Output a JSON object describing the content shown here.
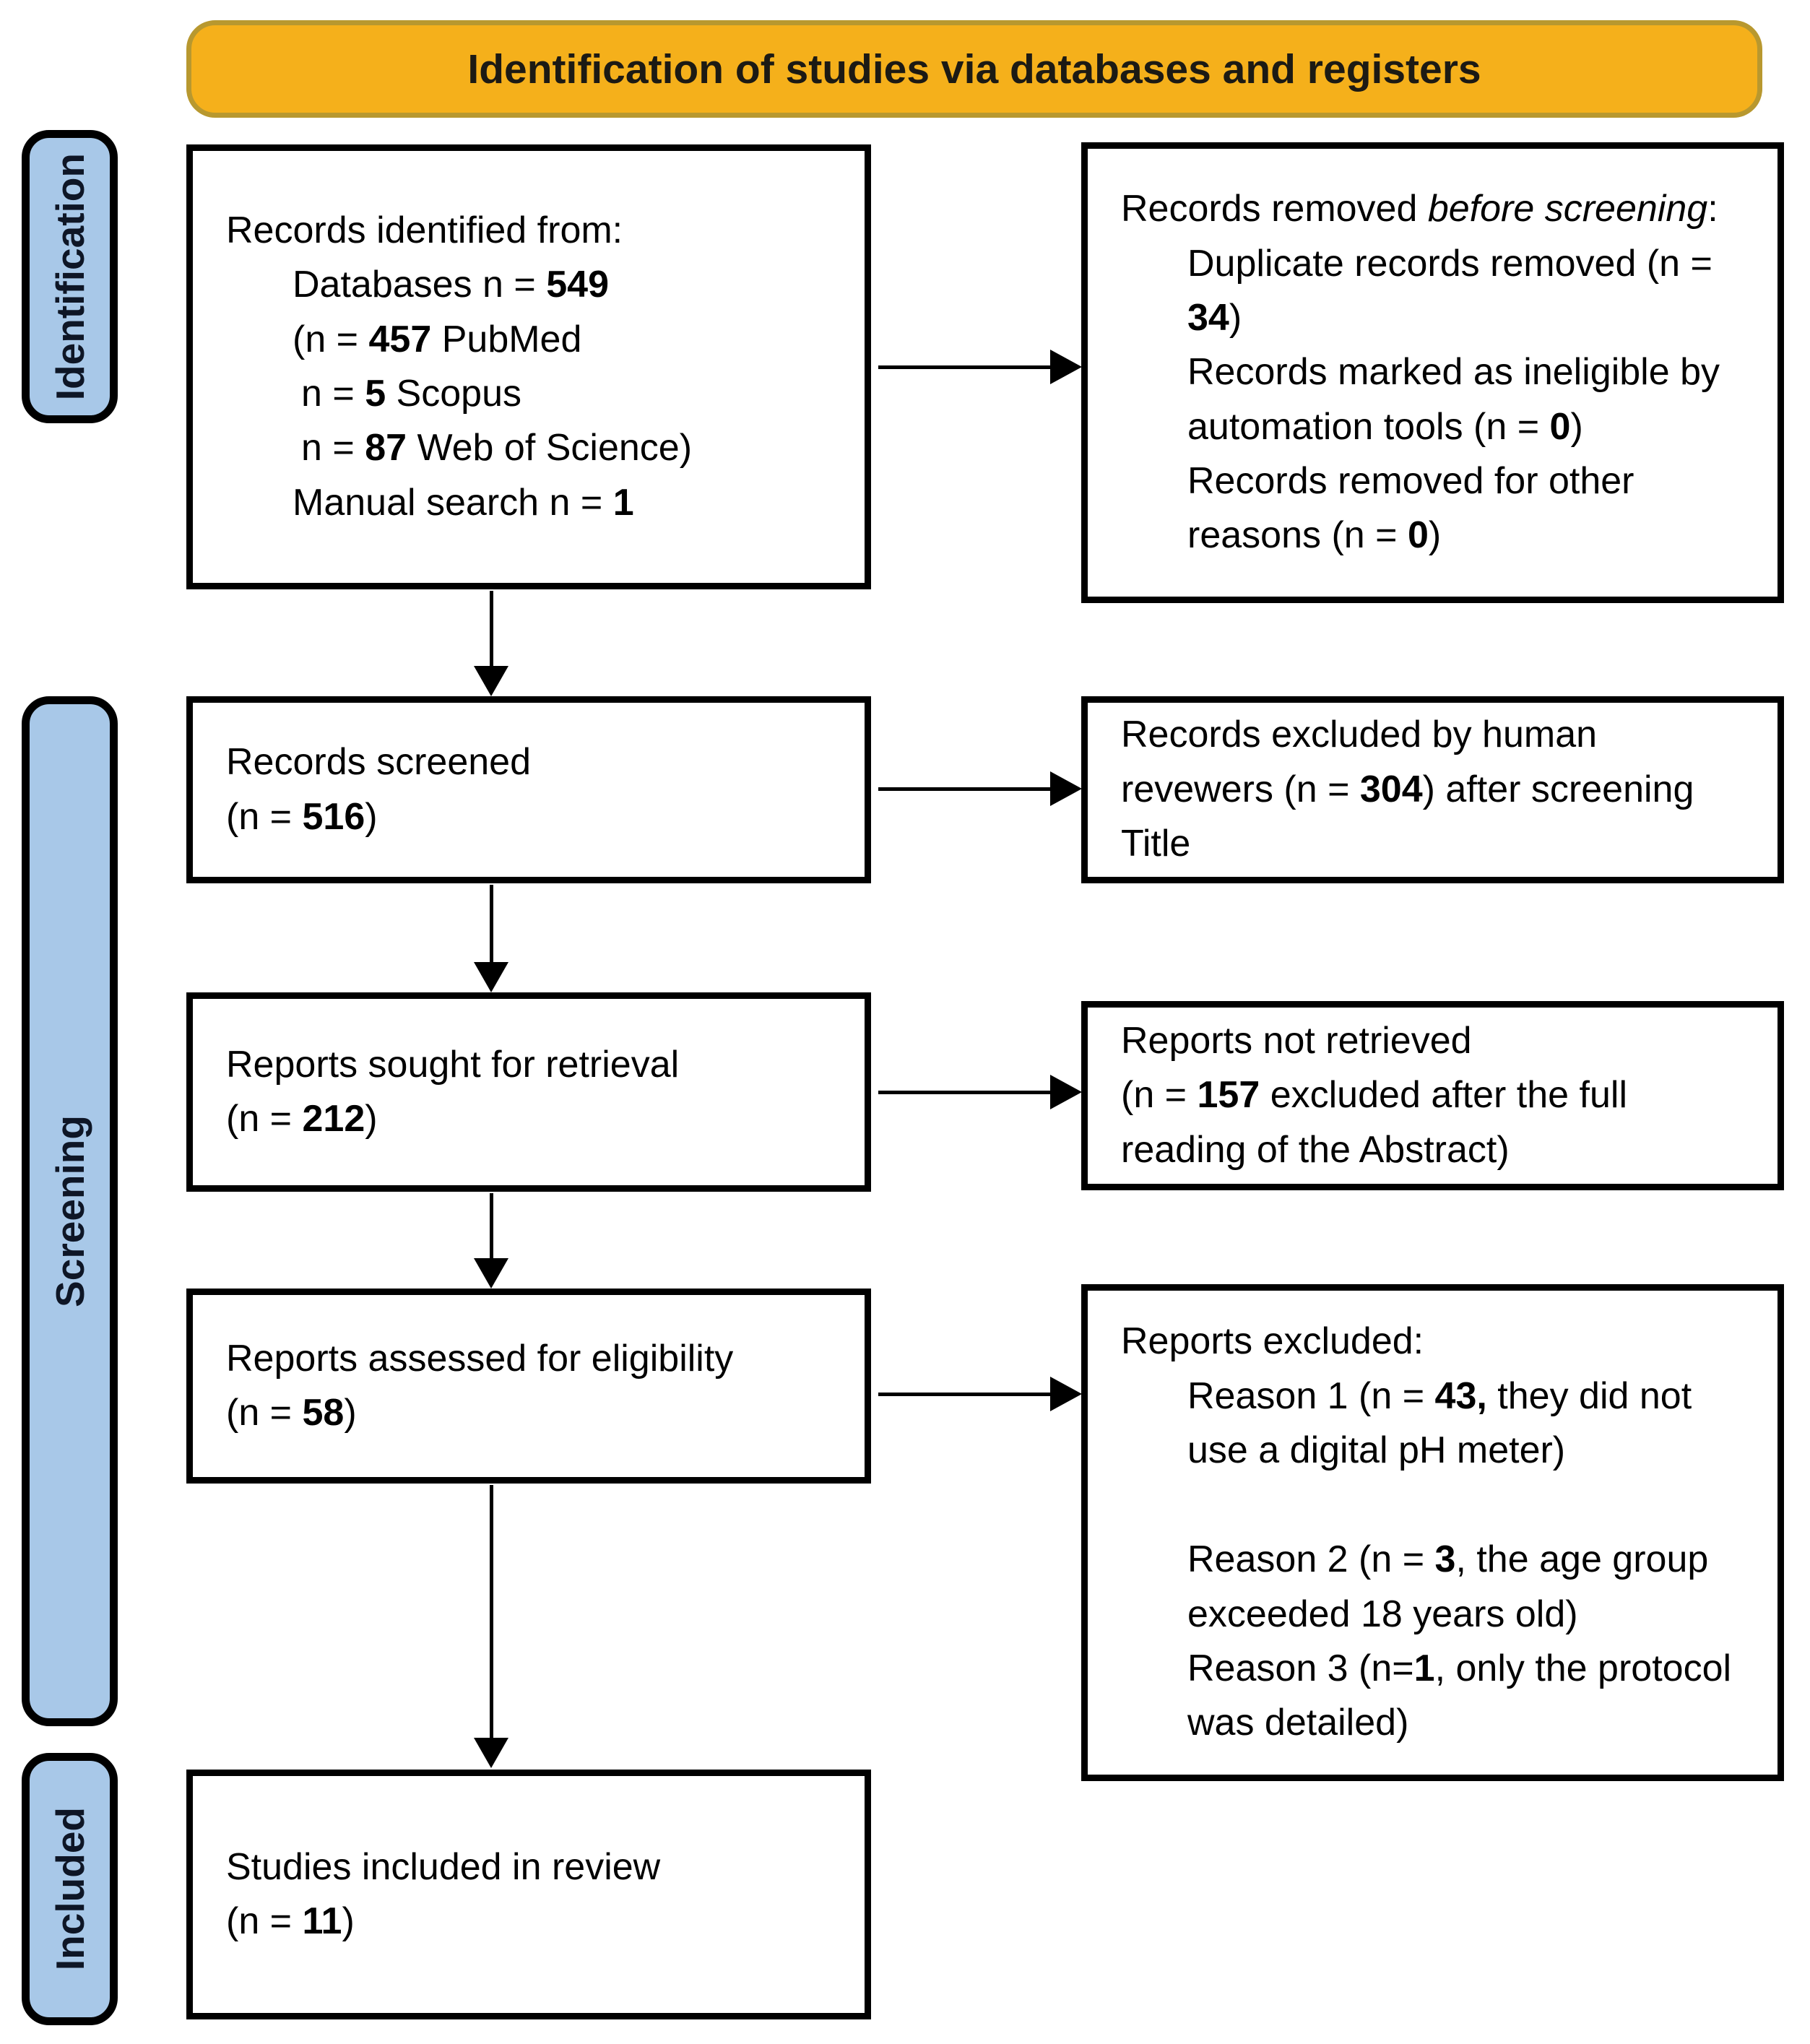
{
  "banner": {
    "title": "Identification of studies via databases and registers"
  },
  "stages": {
    "identification": "Identification",
    "screening": "Screening",
    "included": "Included"
  },
  "boxes": {
    "identified": {
      "lines": [
        [
          "Records identified from:"
        ],
        [
          "Databases n = ",
          "549"
        ],
        [
          "(n = ",
          "457",
          " PubMed"
        ],
        [
          "n = ",
          "5",
          " Scopus"
        ],
        [
          "n = ",
          "87",
          " Web of Science)"
        ],
        [
          "Manual search n = ",
          "1"
        ]
      ]
    },
    "removed": {
      "lines": [
        [
          "Records removed ",
          "before screening",
          ":"
        ],
        [
          "Duplicate records removed (n = ",
          "34",
          ")"
        ],
        [
          "Records marked as ineligible by automation tools (n = ",
          "0",
          ")"
        ],
        [
          "Records removed for other reasons (n = ",
          "0",
          ")"
        ]
      ]
    },
    "screened": {
      "lines": [
        [
          "Records screened"
        ],
        [
          "(n = ",
          "516",
          ")"
        ]
      ]
    },
    "excluded_human": {
      "lines": [
        [
          "Records excluded by human revewers (n = ",
          "304",
          ") after screening Title"
        ]
      ]
    },
    "sought": {
      "lines": [
        [
          "Reports sought for retrieval"
        ],
        [
          "(n = ",
          "212",
          ")"
        ]
      ]
    },
    "not_retrieved": {
      "lines": [
        [
          "Reports not retrieved"
        ],
        [
          "(n = ",
          "157",
          " excluded after the full reading of the Abstract)"
        ]
      ]
    },
    "assessed": {
      "lines": [
        [
          "Reports assessed for eligibility"
        ],
        [
          "(n = ",
          "58",
          ")"
        ]
      ]
    },
    "reports_excluded": {
      "lines": [
        [
          "Reports excluded:"
        ],
        [
          "Reason 1 (n = ",
          "43,",
          " they did not use a digital pH meter)"
        ],
        [
          "Reason 2 (n = ",
          "3",
          ", the age group exceeded 18 years old)"
        ],
        [
          "Reason 3 (n=",
          "1",
          ", only the protocol was detailed)"
        ]
      ]
    },
    "included_review": {
      "lines": [
        [
          "Studies included in review"
        ],
        [
          "(n = ",
          "11",
          ")"
        ]
      ]
    }
  },
  "colors": {
    "banner_fill": "#F5B01B",
    "banner_border": "#B8982F",
    "stage_fill": "#A8C8E8",
    "box_border": "#000000",
    "text": "#000000",
    "background": "#FFFFFF"
  }
}
